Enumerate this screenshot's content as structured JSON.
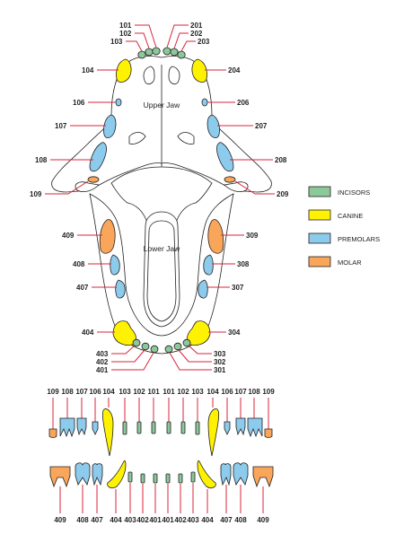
{
  "colors": {
    "incisor": "#8cc99a",
    "canine": "#fff200",
    "premolar": "#8ccbec",
    "molar": "#f9a65a",
    "leader": "#d7253b",
    "outline": "#231f20"
  },
  "skull": {
    "upper_jaw_label": "Upper Jaw",
    "lower_jaw_label": "Lower Jaw"
  },
  "legend": [
    {
      "type": "incisor",
      "label": "INCISORS"
    },
    {
      "type": "canine",
      "label": "CANINE"
    },
    {
      "type": "premolar",
      "label": "PREMOLARS"
    },
    {
      "type": "molar",
      "label": "MOLAR"
    }
  ],
  "upper_teeth": [
    {
      "id": "101",
      "type": "incisor"
    },
    {
      "id": "102",
      "type": "incisor"
    },
    {
      "id": "103",
      "type": "incisor"
    },
    {
      "id": "104",
      "type": "canine"
    },
    {
      "id": "106",
      "type": "premolar"
    },
    {
      "id": "107",
      "type": "premolar"
    },
    {
      "id": "108",
      "type": "premolar"
    },
    {
      "id": "109",
      "type": "molar"
    },
    {
      "id": "201",
      "type": "incisor"
    },
    {
      "id": "202",
      "type": "incisor"
    },
    {
      "id": "203",
      "type": "incisor"
    },
    {
      "id": "204",
      "type": "canine"
    },
    {
      "id": "206",
      "type": "premolar"
    },
    {
      "id": "207",
      "type": "premolar"
    },
    {
      "id": "208",
      "type": "premolar"
    },
    {
      "id": "209",
      "type": "molar"
    }
  ],
  "lower_teeth": [
    {
      "id": "401",
      "type": "incisor"
    },
    {
      "id": "402",
      "type": "incisor"
    },
    {
      "id": "403",
      "type": "incisor"
    },
    {
      "id": "404",
      "type": "canine"
    },
    {
      "id": "407",
      "type": "premolar"
    },
    {
      "id": "408",
      "type": "premolar"
    },
    {
      "id": "409",
      "type": "molar"
    },
    {
      "id": "301",
      "type": "incisor"
    },
    {
      "id": "302",
      "type": "incisor"
    },
    {
      "id": "303",
      "type": "incisor"
    },
    {
      "id": "304",
      "type": "canine"
    },
    {
      "id": "307",
      "type": "premolar"
    },
    {
      "id": "308",
      "type": "premolar"
    },
    {
      "id": "309",
      "type": "molar"
    }
  ],
  "upper_row_labels": [
    "109",
    "108",
    "107",
    "106",
    "104",
    "103",
    "102",
    "101",
    "101",
    "102",
    "103",
    "104",
    "106",
    "107",
    "108",
    "109"
  ],
  "lower_row_labels": [
    "409",
    "408",
    "407",
    "404",
    "403",
    "402",
    "401",
    "401",
    "402",
    "403",
    "404",
    "407",
    "408",
    "409"
  ]
}
